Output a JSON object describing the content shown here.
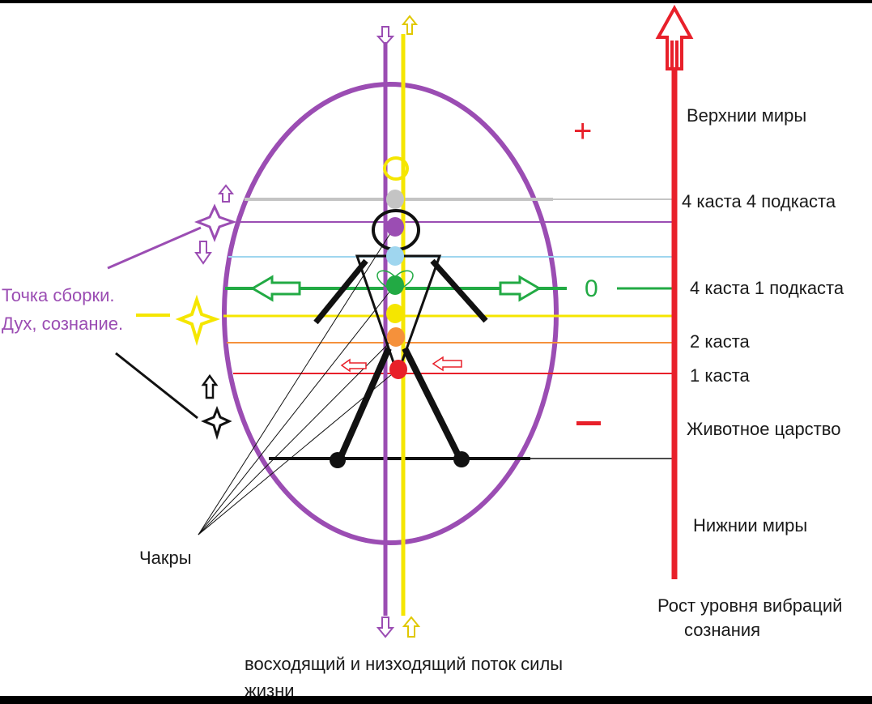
{
  "labels": {
    "upper_worlds": "Верхнии миры",
    "caste4_sub4": "4 каста 4 подкаста",
    "caste4_sub1": "4 каста 1 подкаста",
    "caste2": "2 каста",
    "caste1": "1 каста",
    "animal_kingdom": "Животное царство",
    "lower_worlds": "Нижнии миры",
    "growth_line1": "Рост уровня вибраций",
    "growth_line2": "сознания",
    "assembly_line1": "Точка сборки.",
    "assembly_line2": "Дух, сознание.",
    "chakras": "Чакры",
    "flow_line1": "восходящий и низходящий поток силы",
    "flow_line2": "жизни",
    "plus": "+",
    "minus": "−",
    "zero": "0"
  },
  "colors": {
    "purple": "#9b4db3",
    "yellow": "#f5e600",
    "red": "#e8202a",
    "green": "#22aa44",
    "gray": "#c4c4c4",
    "light_blue": "#9fd6ef",
    "orange": "#f5913b",
    "black": "#111111"
  },
  "chakra_colors": [
    "#c4c4c4",
    "#9b4db3",
    "#9fd6ef",
    "#22aa44",
    "#f5e600",
    "#f5913b",
    "#e8202a"
  ]
}
